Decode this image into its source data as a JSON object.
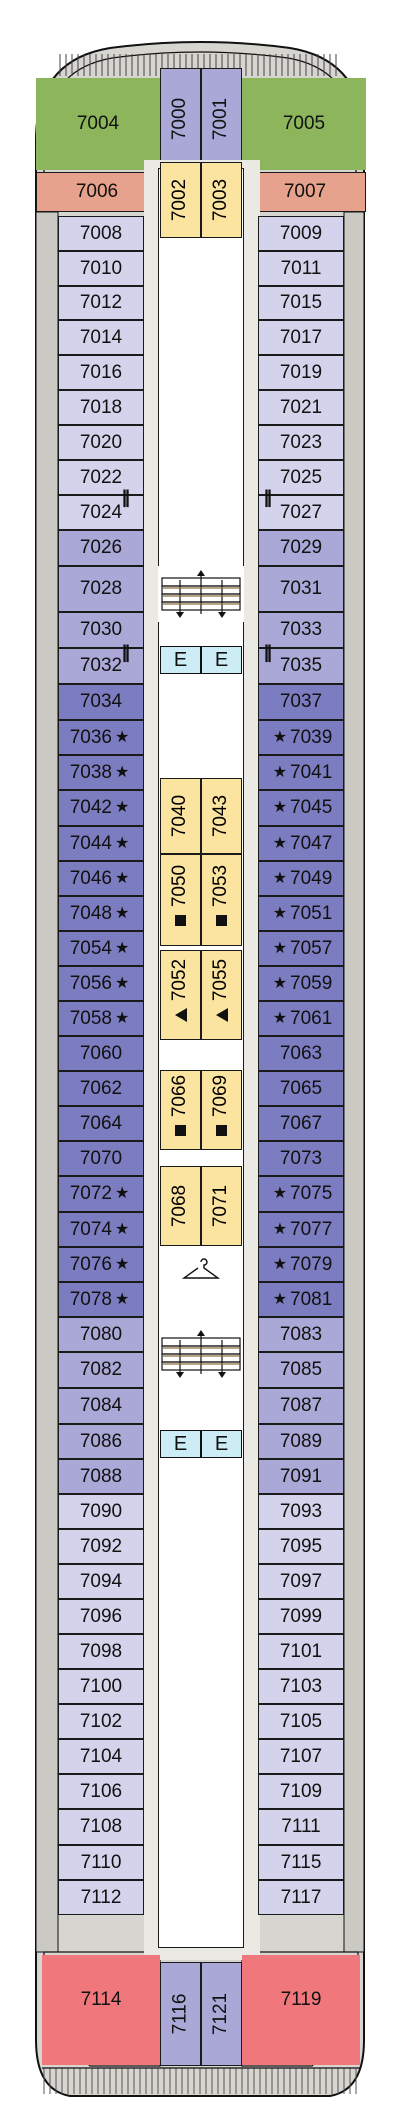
{
  "colors": {
    "light_cabin": "#d4d3ec",
    "mid_cabin": "#a9a8d6",
    "dark_cabin": "#7c7cc0",
    "suite_green": "#8cb55c",
    "salmon": "#e6a28c",
    "aft_suite": "#f0787c",
    "yellow_cabin": "#fbe4a0",
    "corridor": "#ebe9e4",
    "hull": "#d7d5d0",
    "elevator": "#ccecf6"
  },
  "forward": {
    "left_suite": "7004",
    "right_suite": "7005",
    "center_top": [
      "7000",
      "7001"
    ],
    "left_salmon": "7006",
    "right_salmon": "7007"
  },
  "left_cabins": [
    {
      "n": "7008",
      "s": false
    },
    {
      "n": "7010",
      "s": false
    },
    {
      "n": "7012",
      "s": false
    },
    {
      "n": "7014",
      "s": false
    },
    {
      "n": "7016",
      "s": false
    },
    {
      "n": "7018",
      "s": false
    },
    {
      "n": "7020",
      "s": false
    },
    {
      "n": "7022",
      "s": false
    },
    {
      "n": "7024",
      "s": false
    },
    {
      "n": "7026",
      "s": false
    },
    {
      "n": "7028",
      "s": false
    },
    {
      "n": "7030",
      "s": false
    },
    {
      "n": "7032",
      "s": false
    },
    {
      "n": "7034",
      "s": false
    },
    {
      "n": "7036",
      "s": true
    },
    {
      "n": "7038",
      "s": true
    },
    {
      "n": "7042",
      "s": true
    },
    {
      "n": "7044",
      "s": true
    },
    {
      "n": "7046",
      "s": true
    },
    {
      "n": "7048",
      "s": true
    },
    {
      "n": "7054",
      "s": true
    },
    {
      "n": "7056",
      "s": true
    },
    {
      "n": "7058",
      "s": true
    },
    {
      "n": "7060",
      "s": false
    },
    {
      "n": "7062",
      "s": false
    },
    {
      "n": "7064",
      "s": false
    },
    {
      "n": "7070",
      "s": false
    },
    {
      "n": "7072",
      "s": true
    },
    {
      "n": "7074",
      "s": true
    },
    {
      "n": "7076",
      "s": true
    },
    {
      "n": "7078",
      "s": true
    },
    {
      "n": "7080",
      "s": false
    },
    {
      "n": "7082",
      "s": false
    },
    {
      "n": "7084",
      "s": false
    },
    {
      "n": "7086",
      "s": false
    },
    {
      "n": "7088",
      "s": false
    },
    {
      "n": "7090",
      "s": false
    },
    {
      "n": "7092",
      "s": false
    },
    {
      "n": "7094",
      "s": false
    },
    {
      "n": "7096",
      "s": false
    },
    {
      "n": "7098",
      "s": false
    },
    {
      "n": "7100",
      "s": false
    },
    {
      "n": "7102",
      "s": false
    },
    {
      "n": "7104",
      "s": false
    },
    {
      "n": "7106",
      "s": false
    },
    {
      "n": "7108",
      "s": false
    },
    {
      "n": "7110",
      "s": false
    },
    {
      "n": "7112",
      "s": false
    }
  ],
  "right_cabins": [
    {
      "n": "7009",
      "s": false
    },
    {
      "n": "7011",
      "s": false
    },
    {
      "n": "7015",
      "s": false
    },
    {
      "n": "7017",
      "s": false
    },
    {
      "n": "7019",
      "s": false
    },
    {
      "n": "7021",
      "s": false
    },
    {
      "n": "7023",
      "s": false
    },
    {
      "n": "7025",
      "s": false
    },
    {
      "n": "7027",
      "s": false
    },
    {
      "n": "7029",
      "s": false
    },
    {
      "n": "7031",
      "s": false
    },
    {
      "n": "7033",
      "s": false
    },
    {
      "n": "7035",
      "s": false
    },
    {
      "n": "7037",
      "s": false
    },
    {
      "n": "7039",
      "s": true
    },
    {
      "n": "7041",
      "s": true
    },
    {
      "n": "7045",
      "s": true
    },
    {
      "n": "7047",
      "s": true
    },
    {
      "n": "7049",
      "s": true
    },
    {
      "n": "7051",
      "s": true
    },
    {
      "n": "7057",
      "s": true
    },
    {
      "n": "7059",
      "s": true
    },
    {
      "n": "7061",
      "s": true
    },
    {
      "n": "7063",
      "s": false
    },
    {
      "n": "7065",
      "s": false
    },
    {
      "n": "7067",
      "s": false
    },
    {
      "n": "7073",
      "s": false
    },
    {
      "n": "7075",
      "s": true
    },
    {
      "n": "7077",
      "s": true
    },
    {
      "n": "7079",
      "s": true
    },
    {
      "n": "7081",
      "s": true
    },
    {
      "n": "7083",
      "s": false
    },
    {
      "n": "7085",
      "s": false
    },
    {
      "n": "7087",
      "s": false
    },
    {
      "n": "7089",
      "s": false
    },
    {
      "n": "7091",
      "s": false
    },
    {
      "n": "7093",
      "s": false
    },
    {
      "n": "7095",
      "s": false
    },
    {
      "n": "7097",
      "s": false
    },
    {
      "n": "7099",
      "s": false
    },
    {
      "n": "7101",
      "s": false
    },
    {
      "n": "7103",
      "s": false
    },
    {
      "n": "7105",
      "s": false
    },
    {
      "n": "7107",
      "s": false
    },
    {
      "n": "7109",
      "s": false
    },
    {
      "n": "7111",
      "s": false
    },
    {
      "n": "7115",
      "s": false
    },
    {
      "n": "7117",
      "s": false
    }
  ],
  "inner_cabins": [
    {
      "n": "7002",
      "mark": ""
    },
    {
      "n": "7003",
      "mark": ""
    },
    {
      "n": "7040",
      "mark": ""
    },
    {
      "n": "7043",
      "mark": ""
    },
    {
      "n": "7050",
      "mark": "square"
    },
    {
      "n": "7053",
      "mark": "square"
    },
    {
      "n": "7052",
      "mark": "triangle"
    },
    {
      "n": "7055",
      "mark": "triangle"
    },
    {
      "n": "7066",
      "mark": "square"
    },
    {
      "n": "7069",
      "mark": "square"
    },
    {
      "n": "7068",
      "mark": ""
    },
    {
      "n": "7071",
      "mark": ""
    }
  ],
  "elevators": [
    "E",
    "E",
    "E",
    "E"
  ],
  "aft": {
    "left_suite": "7114",
    "right_suite": "7119",
    "center": [
      "7116",
      "7121"
    ]
  },
  "separator_glyph": "||",
  "star_glyph": "★"
}
